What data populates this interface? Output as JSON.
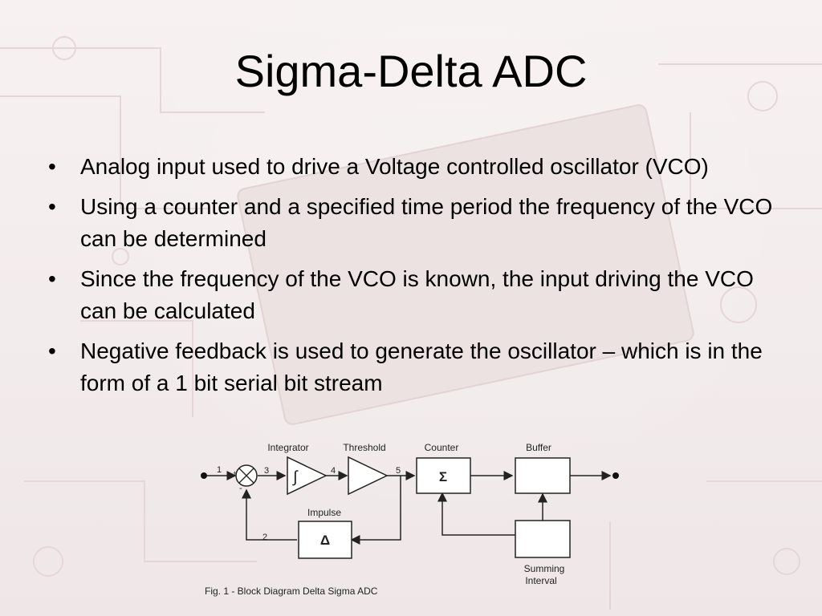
{
  "slide": {
    "title": "Sigma-Delta ADC",
    "bullets": [
      "Analog input used to drive a Voltage controlled oscillator (VCO)",
      "Using a counter and a specified time period the frequency of the VCO can be determined",
      "Since the frequency of the VCO is known, the input driving the VCO can be calculated",
      "Negative feedback is used to generate the oscillator – which is in the form of a 1 bit serial bit stream"
    ],
    "bullet_symbol": "•"
  },
  "diagram": {
    "labels": {
      "integrator": "Integrator",
      "threshold": "Threshold",
      "counter": "Counter",
      "buffer": "Buffer",
      "impulse": "Impulse",
      "summing_line1": "Summing",
      "summing_line2": "Interval"
    },
    "nodes": {
      "n1": "1",
      "n2": "2",
      "n3": "3",
      "n4": "4",
      "n5": "5"
    },
    "symbols": {
      "plus": "+",
      "minus": "-",
      "integral": "∫",
      "sigma": "Σ",
      "delta": "Δ"
    },
    "caption": "Fig. 1 - Block Diagram Delta Sigma ADC"
  }
}
